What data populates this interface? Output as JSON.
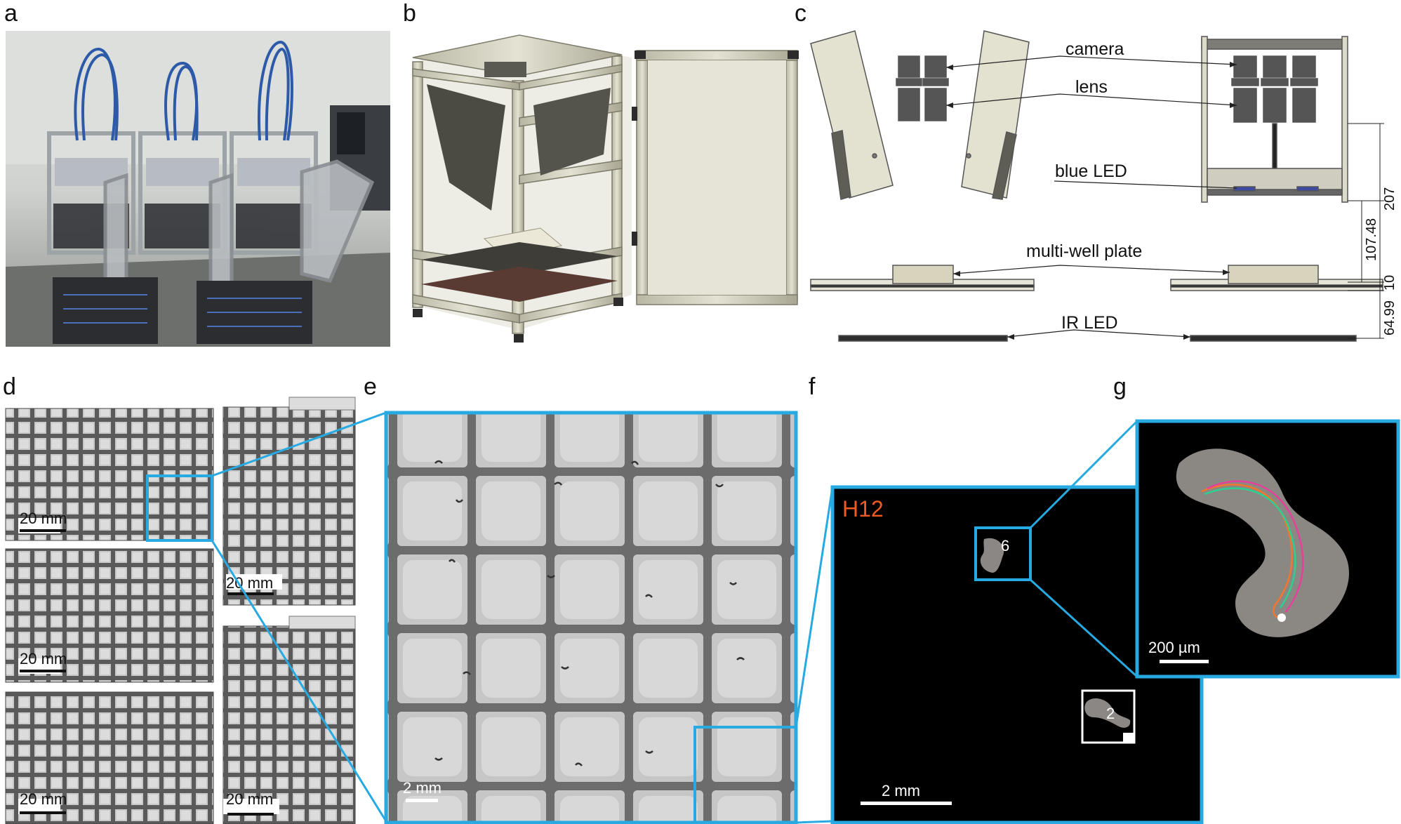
{
  "panels": {
    "a": {
      "letter": "a"
    },
    "b": {
      "letter": "b"
    },
    "c": {
      "letter": "c",
      "labels": {
        "camera": "camera",
        "lens": "lens",
        "blue_led": "blue LED",
        "plate": "multi-well plate",
        "ir_led": "IR LED"
      },
      "dimensions": [
        "207",
        "107.48",
        "10",
        "64.99"
      ]
    },
    "d": {
      "letter": "d",
      "scale_bars": [
        "20 mm",
        "20 mm",
        "20 mm",
        "20 mm",
        "20 mm"
      ]
    },
    "e": {
      "letter": "e",
      "scale_bar": "2 mm"
    },
    "f": {
      "letter": "f",
      "well_id": "H12",
      "tracks": [
        "6",
        "2"
      ],
      "scale_bar": "2 mm"
    },
    "g": {
      "letter": "g",
      "scale_bar": "200 µm"
    }
  },
  "colors": {
    "highlight": "#27a9e1",
    "well_id": "#f15a22",
    "outline_magenta": "#e6409a",
    "centerline_green": "#2ecf8f",
    "contour_orange": "#f2762b"
  }
}
